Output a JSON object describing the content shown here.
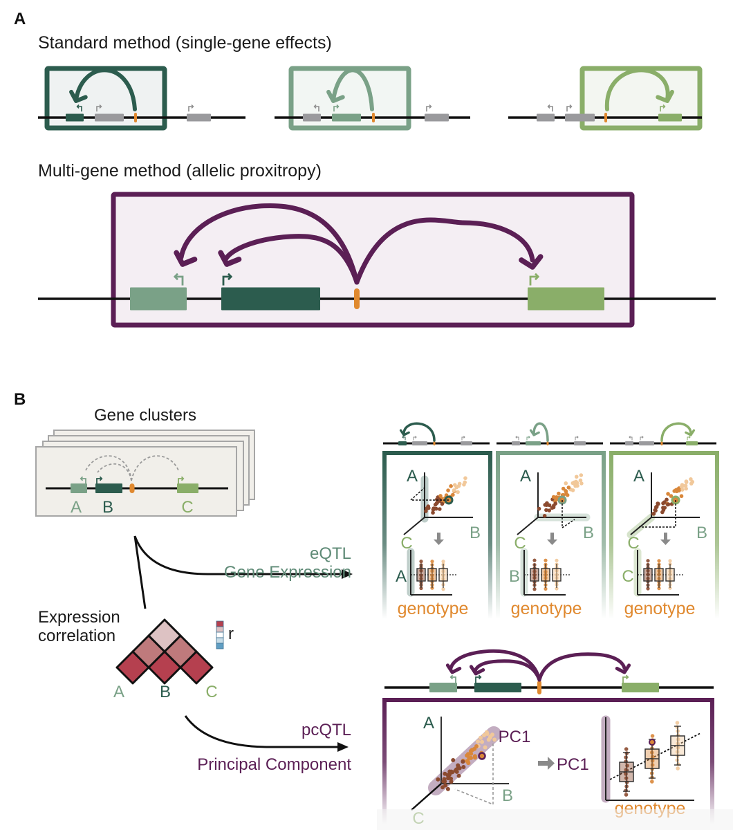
{
  "colors": {
    "geneA": "#7aa187",
    "geneB": "#2c5c4e",
    "geneC": "#8aae69",
    "gray_gene": "#9a9a9d",
    "variant": "#e0892f",
    "purple": "#5b1f55",
    "purple_light": "#f4eef3",
    "purple_band": "#a98aa6",
    "dna": "#111111",
    "cluster_bg": "#f1efea",
    "cluster_border": "#a6a6a6",
    "heat_high": "#b5404f",
    "heat_mid": "#bf7a7c",
    "heat_low": "#ddc2c3",
    "heat_neutral": "#ffffff",
    "heat_neg1": "#c8dde8",
    "heat_neg2": "#5f9ec3",
    "genotype": "#e0892f",
    "dot_dark": "#8b4a2f",
    "dot_mid": "#d9873a",
    "dot_light": "#f1c89a"
  },
  "panelA": {
    "letter": "A",
    "standard_title": "Standard method (single-gene effects)",
    "multigene_title": "Multi-gene method (allelic proxitropy)"
  },
  "panelB": {
    "letter": "B",
    "gene_clusters_title": "Gene clusters",
    "gene_labels": [
      "A",
      "B",
      "C"
    ],
    "expression_correlation": [
      "Expression",
      "correlation"
    ],
    "r_label": "r",
    "heatmap_axis_labels": [
      "A",
      "B",
      "C"
    ],
    "eqtl": {
      "method": "eQTL",
      "subtitle": "Gene Expression",
      "panels": [
        {
          "target": "A",
          "axis_top": "A",
          "axis_right": "B",
          "axis_left": "C",
          "box_ylabel": "A",
          "xlabel": "genotype"
        },
        {
          "target": "B",
          "axis_top": "A",
          "axis_right": "B",
          "axis_left": "C",
          "box_ylabel": "B",
          "xlabel": "genotype"
        },
        {
          "target": "C",
          "axis_top": "A",
          "axis_right": "B",
          "axis_left": "C",
          "box_ylabel": "C",
          "xlabel": "genotype"
        }
      ]
    },
    "pcqtl": {
      "method": "pcQTL",
      "subtitle": "Principal Component",
      "scatter_labels": {
        "top": "A",
        "right": "B",
        "left": "C",
        "pc": "PC1"
      },
      "box_ylabel": "PC1",
      "xlabel": "genotype"
    }
  },
  "heatmap": {
    "genes": [
      "A",
      "B",
      "C"
    ],
    "cells": [
      {
        "pair": "A-A",
        "level": "high"
      },
      {
        "pair": "B-B",
        "level": "high"
      },
      {
        "pair": "C-C",
        "level": "high"
      },
      {
        "pair": "A-B",
        "level": "mid"
      },
      {
        "pair": "B-C",
        "level": "mid"
      },
      {
        "pair": "A-C",
        "level": "low"
      }
    ],
    "legend_levels": [
      "high",
      "low",
      "neutral",
      "neg1",
      "neg2"
    ]
  }
}
